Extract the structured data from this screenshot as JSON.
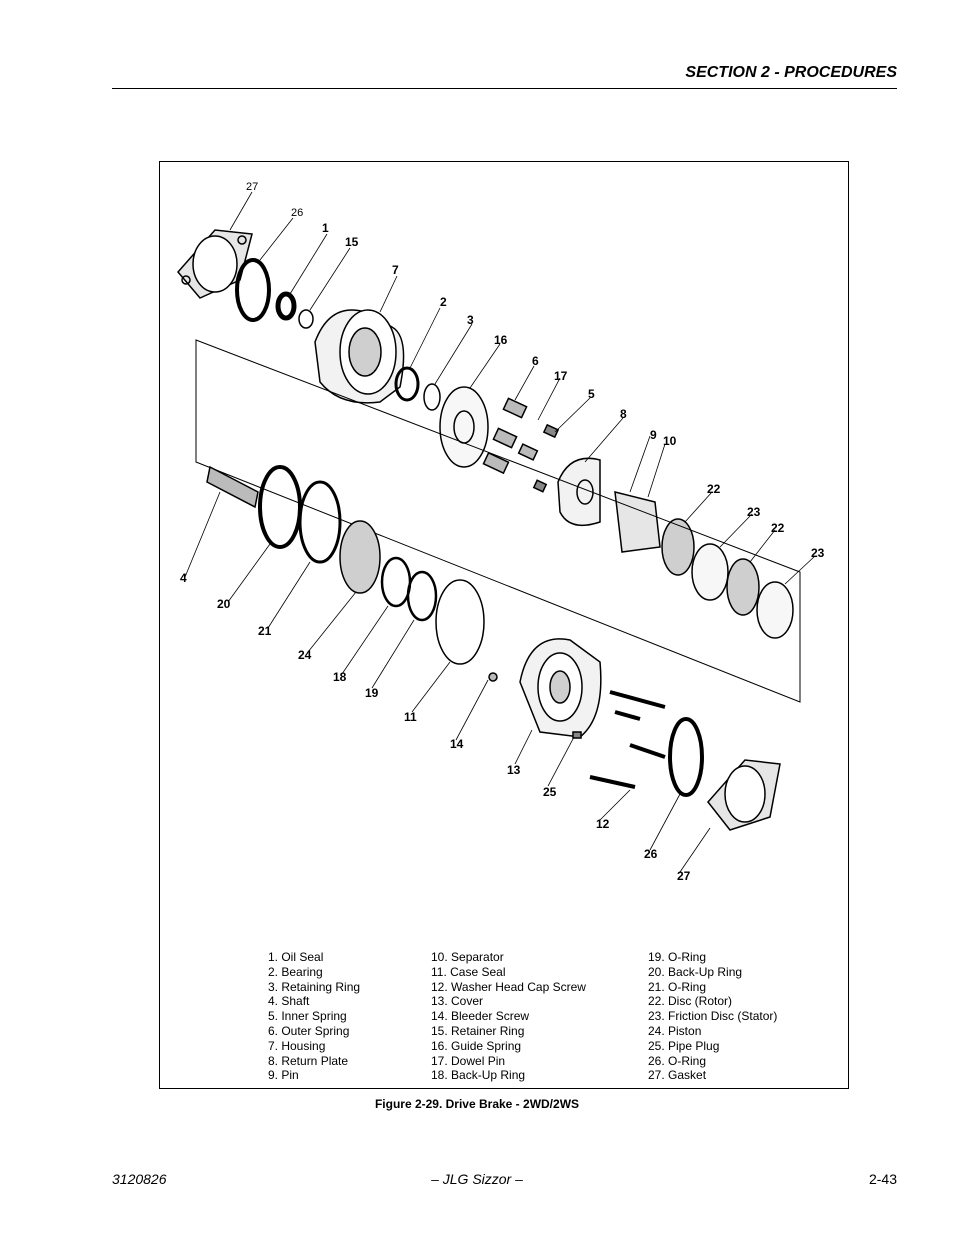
{
  "header": {
    "section_title": "SECTION 2 - PROCEDURES"
  },
  "figure": {
    "callouts": [
      "27",
      "26",
      "1",
      "15",
      "7",
      "2",
      "3",
      "16",
      "6",
      "17",
      "5",
      "8",
      "9",
      "10",
      "22",
      "23",
      "22",
      "23",
      "4",
      "20",
      "21",
      "24",
      "18",
      "19",
      "11",
      "14",
      "13",
      "25",
      "12",
      "26",
      "27"
    ],
    "legend_columns": [
      [
        "1. Oil Seal",
        "2. Bearing",
        "3. Retaining Ring",
        "4. Shaft",
        "5. Inner Spring",
        "6. Outer Spring",
        "7. Housing",
        "8. Return Plate",
        "9. Pin"
      ],
      [
        "10. Separator",
        "11. Case Seal",
        "12. Washer Head Cap Screw",
        "13. Cover",
        "14. Bleeder Screw",
        "15. Retainer Ring",
        "16. Guide Spring",
        "17. Dowel Pin",
        "18. Back-Up Ring"
      ],
      [
        "19. O-Ring",
        "20. Back-Up Ring",
        "21. O-Ring",
        "22. Disc (Rotor)",
        "23. Friction Disc (Stator)",
        "24. Piston",
        "25. Pipe Plug",
        "26. O-Ring",
        "27. Gasket"
      ]
    ],
    "caption": "Figure 2-29.  Drive Brake - 2WD/2WS"
  },
  "footer": {
    "doc_number": "3120826",
    "center": "– JLG Sizzor –",
    "page": "2-43"
  }
}
